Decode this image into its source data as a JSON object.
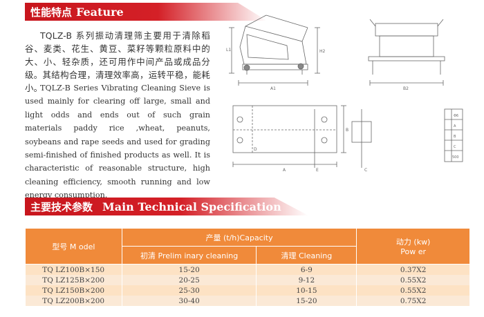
{
  "feature": {
    "title_cn": "性能特点",
    "title_en": "Feature",
    "desc_cn": "TQLZ-B 系列振动清理筛主要用于清除稻谷、麦类、花生、黄豆、菜籽等颗粒原料中的大、小、轻杂质，还可用作中间产品或成品分级。其结构合理，清理效率高，运转平稳，能耗小。",
    "desc_en": "TQLZ-B Series Vibrating Cleaning Sieve is used mainly for clearing off large, small and light odds and ends out of such grain materials paddy rice ,wheat, peanuts, soybeans and rape seeds and used for grading semi-finished of finished products as well. It is characteristic of reasonable structure, high cleaning efficiency, smooth running and low energy consumption."
  },
  "drawing_labels": {
    "a1": "A1",
    "b2": "B2",
    "l_left": "L1",
    "l_right": "H2",
    "dims": [
      "A",
      "B",
      "C",
      "D",
      "E"
    ],
    "side_table": [
      "Φ6",
      "A",
      "B",
      "C",
      "500"
    ]
  },
  "spec": {
    "title_cn": "主要技术参数",
    "title_en": "Main Technical Specification",
    "headers": {
      "model": "型号 M odel",
      "capacity": "产量 (t/h)Capacity",
      "prelim": "初清 Prelim inary cleaning",
      "cleaning": "清理 Cleaning",
      "power_cn": "动力 (kw)",
      "power_en": "Pow er"
    },
    "rows": [
      {
        "model": "TQ LZ100B×150",
        "prelim": "15-20",
        "cleaning": "6-9",
        "power": "0.37X2"
      },
      {
        "model": "TQ LZ125B×200",
        "prelim": "20-25",
        "cleaning": "9-12",
        "power": "0.55X2"
      },
      {
        "model": "TQ LZ150B×200",
        "prelim": "25-30",
        "cleaning": "10-15",
        "power": "0.55X2"
      },
      {
        "model": "TQ LZ200B×200",
        "prelim": "30-40",
        "cleaning": "15-20",
        "power": "0.75X2"
      }
    ]
  },
  "colors": {
    "banner_red": "#d42027",
    "table_header": "#f08a3a",
    "row_light": "#fde2c4"
  }
}
